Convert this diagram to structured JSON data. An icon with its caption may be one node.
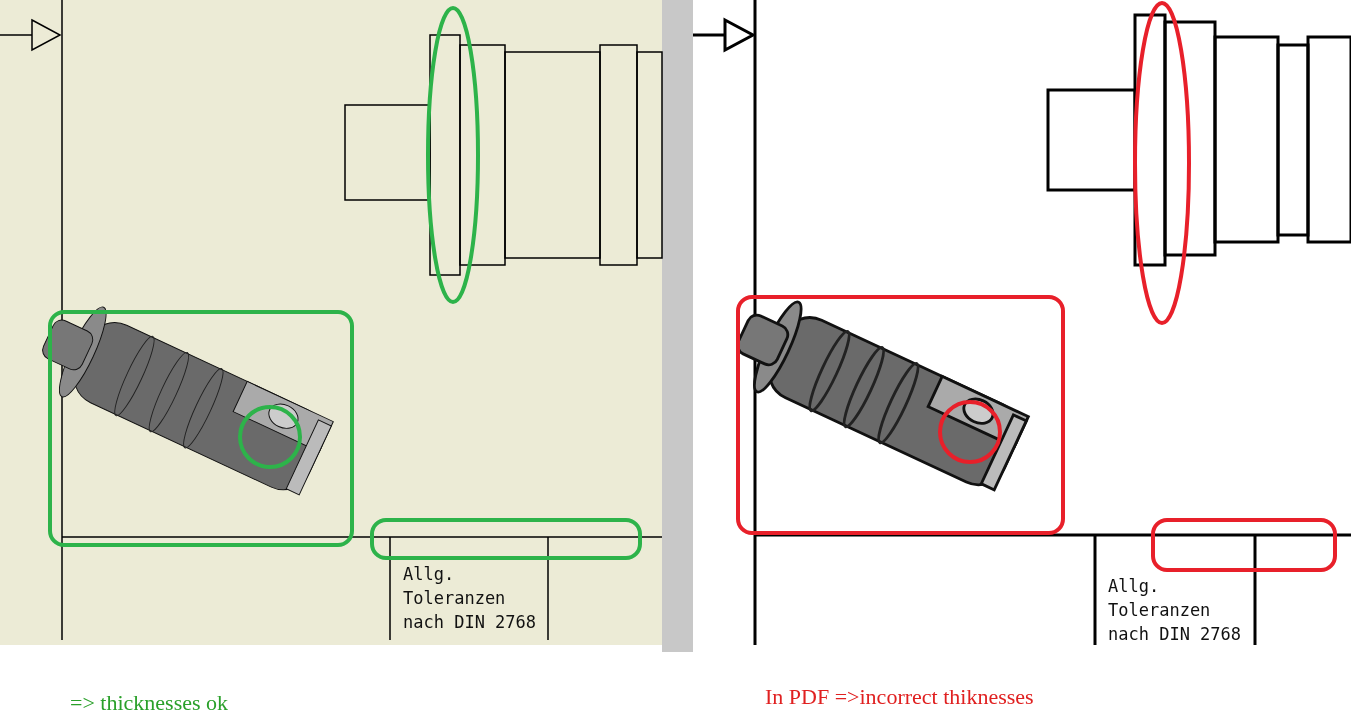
{
  "diagram": {
    "labels": [
      "Allg. Toleranzen nach DIN 2768",
      "Allg. Toleranzen nach DIN 2768",
      "=> thicknesses ok",
      "In PDF =>incorrect thiknesses"
    ]
  }
}
